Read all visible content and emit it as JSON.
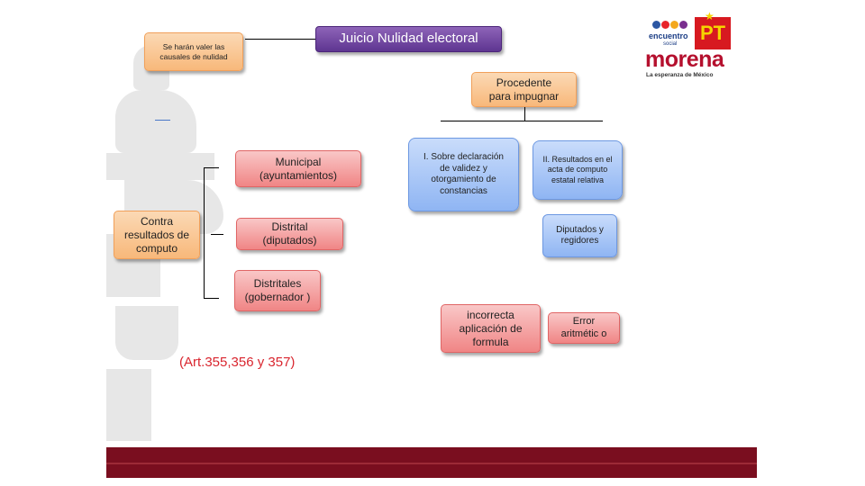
{
  "title": "Juicio Nulidad electoral",
  "causales": "Se harán valer las causales de nulidad",
  "procedente": "Procedente para impugnar",
  "branch_1": "I. Sobre declaración de validez y otorgamiento de constancias",
  "branch_2": "II. Resultados en el acta de computo estatal relativa",
  "branch_2_sub": "Diputados y regidores",
  "contra": "Contra resultados de computo",
  "municipal": "Municipal (ayuntamientos)",
  "distrital": "Distrital (diputados)",
  "distritales": "Distritales (gobernador )",
  "incorrecta": "incorrecta aplicación de formula",
  "error": "Error aritmétic o",
  "articles": "(Art.355,356 y 357)",
  "logo": {
    "encuentro": "encuentro",
    "social": "social",
    "pt": "PT",
    "morena": "morena",
    "tagline": "La esperanza de México"
  },
  "colors": {
    "title_bg": "#5e3591",
    "footer": "#7a0e1f",
    "morena": "#b5102e",
    "articles_text": "#d9262f"
  }
}
